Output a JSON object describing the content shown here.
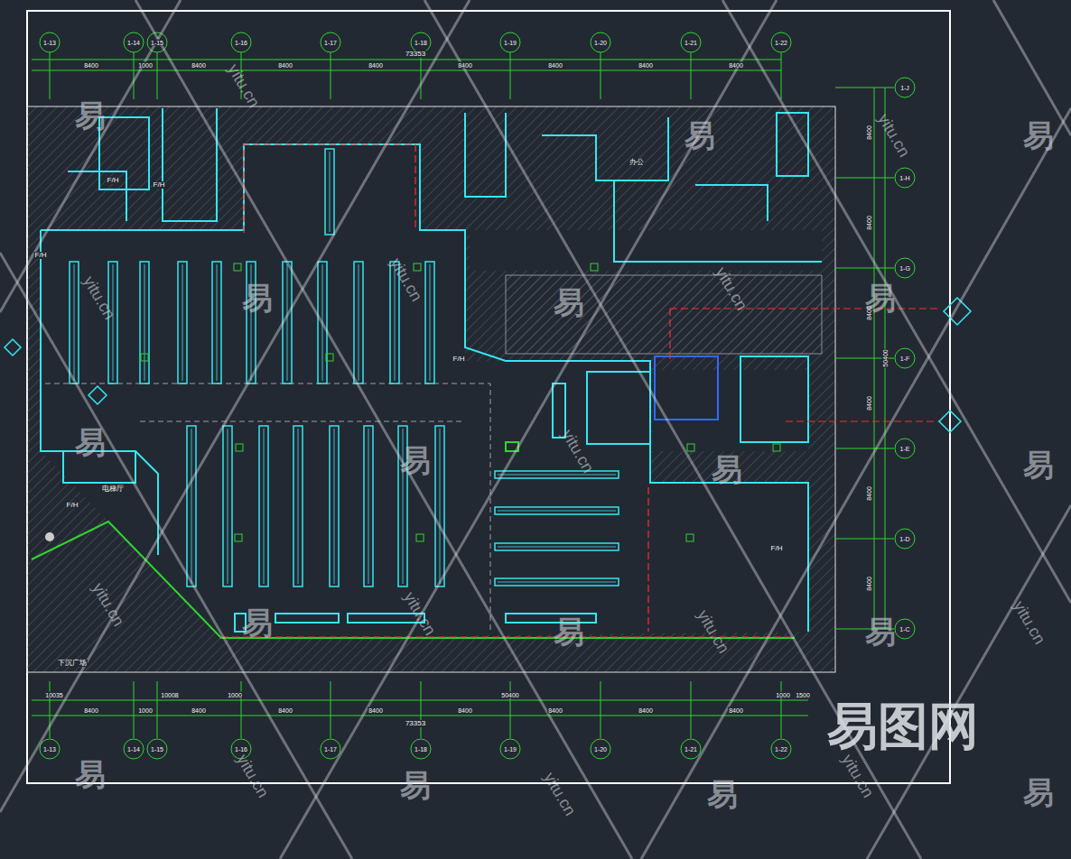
{
  "diagram": {
    "labels": [
      "1-13",
      "1-14",
      "1-15",
      "1-16",
      "1-17",
      "1-18",
      "1-19",
      "1-20",
      "1-21",
      "1-22",
      "73353",
      "8400",
      "1000",
      "8400",
      "8400",
      "8400",
      "8400",
      "8400",
      "8400",
      "8400",
      "1-J",
      "1-H",
      "1-G",
      "1-F",
      "1-E",
      "1-D",
      "1-C",
      "8400",
      "8400",
      "8400",
      "8400",
      "8400",
      "8400",
      "50400",
      "10035",
      "10008",
      "1000",
      "50400",
      "1000",
      "1500",
      "8400",
      "1000",
      "8400",
      "8400",
      "8400",
      "8400",
      "8400",
      "8400",
      "8400",
      "73353",
      "1-13",
      "1-14",
      "1-15",
      "1-16",
      "1-17",
      "1-18",
      "1-19",
      "1-20",
      "1-21",
      "1-22",
      "F/H",
      "F/H",
      "F/H",
      "F/H",
      "F/H",
      "F/H",
      "电梯厅",
      "办公",
      "下沉广场",
      "易",
      "易",
      "易",
      "易",
      "易",
      "易",
      "易",
      "易",
      "易",
      "易",
      "易",
      "易",
      "易",
      "易",
      "易",
      "易",
      "易",
      "yitu.cn",
      "yitu.cn",
      "yitu.cn",
      "yitu.cn",
      "yitu.cn",
      "yitu.cn",
      "yitu.cn",
      "yitu.cn",
      "yitu.cn",
      "yitu.cn",
      "yitu.cn",
      "yitu.cn",
      "yitu.cn",
      "易图网"
    ]
  }
}
